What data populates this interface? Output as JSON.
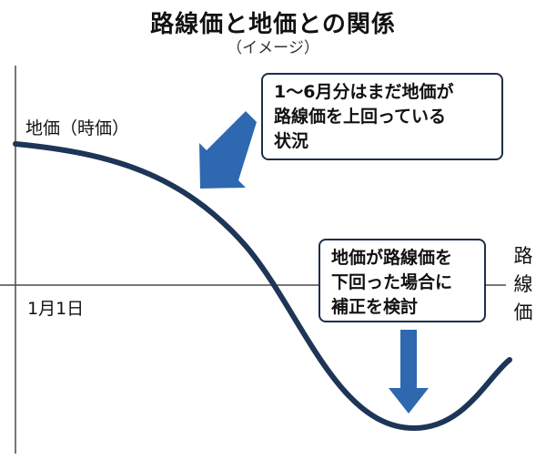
{
  "header": {
    "title": "路線価と地価との関係",
    "subtitle": "（イメージ）"
  },
  "axes": {
    "y_label": "地価（時価）",
    "x_label": "1月1日",
    "line_label_chars": [
      "路",
      "線",
      "価"
    ]
  },
  "callouts": [
    {
      "lines": [
        "1～6月分はまだ地価が",
        "路線価を上回っている",
        "状況"
      ]
    },
    {
      "lines": [
        "地価が路線価を",
        "下回った場合に",
        "補正を検討"
      ]
    }
  ],
  "colors": {
    "curve": "#1d3556",
    "arrow": "#2e68b0",
    "axis": "#4a4a4a",
    "box_border": "#1d2f48"
  },
  "icons": [
    "arrow-down-left-icon",
    "arrow-down-icon"
  ]
}
